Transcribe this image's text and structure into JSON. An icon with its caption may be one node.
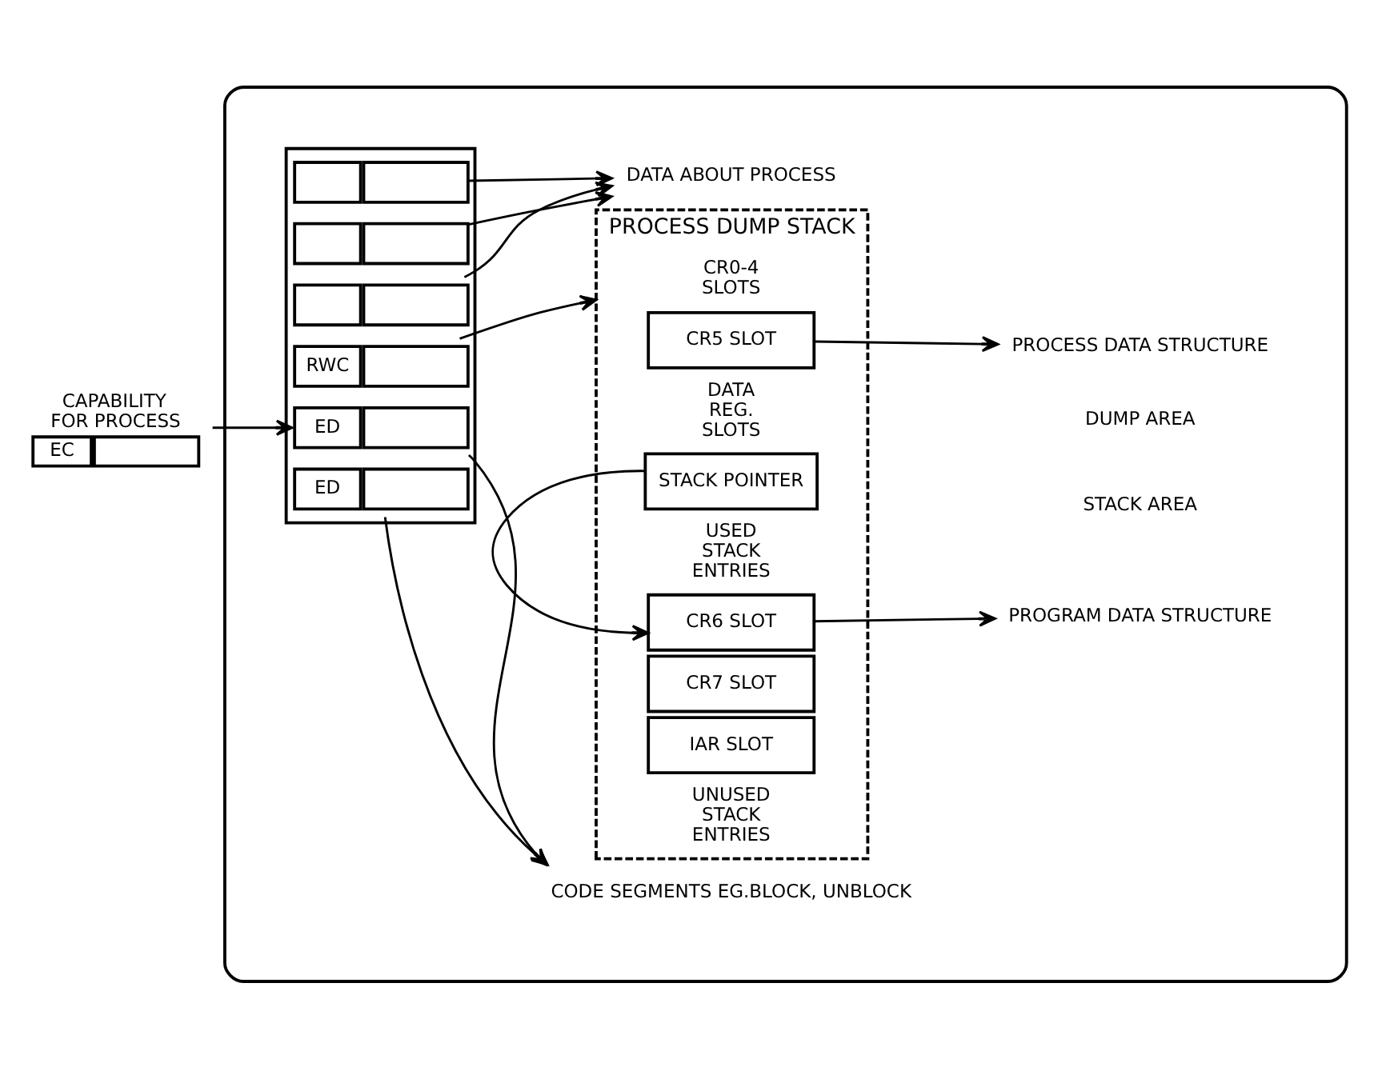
{
  "diagram": {
    "nodes": [
      {
        "text": [
          "CAPABILITY FOR PROCESS",
          "EC"
        ]
      },
      {
        "text": [],
        "shape": "ellipse"
      },
      {
        "text": [],
        "shape": "box",
        "in": 1
      },
      {
        "text": [
          "ED"
        ],
        "in": 2
      },
      {
        "text": [
          "ED"
        ],
        "in": 2
      },
      {
        "text": [
          "RWC"
        ],
        "in": 2
      },
      {
        "text": [],
        "shape": "box",
        "in": 2
      },
      {
        "text": [],
        "shape": "box",
        "in": 2
      },
      {
        "text": [],
        "shape": "box",
        "in": 2
      },
      {
        "text": [
          "CODE SEGMENTS EG.BLOCK, UNBLOCK"
        ],
        "in": 1
      },
      {
        "text": [
          "PROCESS DUMP STACK"
        ],
        "in": 1
      },
      {
        "text": [
          "CR0-4 SLOTS"
        ],
        "in": 10
      },
      {
        "text": [
          "CR5 SLOT"
        ],
        "in": 10
      },
      {
        "text": [
          "DATA REG. SLOTS"
        ],
        "in": 10
      },
      {
        "text": [
          "STACK POINTER"
        ],
        "in": 10
      },
      {
        "text": [
          "USED STACK ENTRIES"
        ],
        "in": 10
      },
      {
        "text": [
          "CR6 SLOT"
        ],
        "in": 10
      },
      {
        "text": [
          "CR7 SLOT"
        ],
        "in": 10
      },
      {
        "text": [
          "IAR SLOT"
        ],
        "in": 10
      },
      {
        "text": [
          "UNUSED STACK ENTRIES"
        ],
        "in": 10
      },
      {
        "text": [
          "PROCESS DATA STRUCTURE"
        ],
        "in": 1
      },
      {
        "text": [
          "PROGRAM DATA STRUCTURE"
        ],
        "in": 1
      },
      {
        "text": [
          "DATA ABOUT PROCESS"
        ],
        "in": 1
      }
    ],
    "edges": [
      {
        "from": 0,
        "to": 3,
        "arrow": "to"
      },
      {
        "from": 3,
        "to": 9,
        "arrow": "to"
      },
      {
        "from": 4,
        "to": 9,
        "arrow": "to"
      },
      {
        "from": 5,
        "to": 10,
        "arrow": "to"
      },
      {
        "from": 12,
        "to": 20,
        "arrow": "to"
      },
      {
        "from": 14,
        "to": 16,
        "arrow": "to"
      },
      {
        "from": 16,
        "to": 21,
        "arrow": "to"
      },
      {
        "from": 6,
        "to": 22,
        "arrow": "to"
      },
      {
        "from": 7,
        "to": 22,
        "arrow": "to"
      },
      {
        "from": 8,
        "to": 22,
        "arrow": "to"
      }
    ],
    "labels": [
      "DUMP AREA",
      "STACK AREA"
    ]
  }
}
